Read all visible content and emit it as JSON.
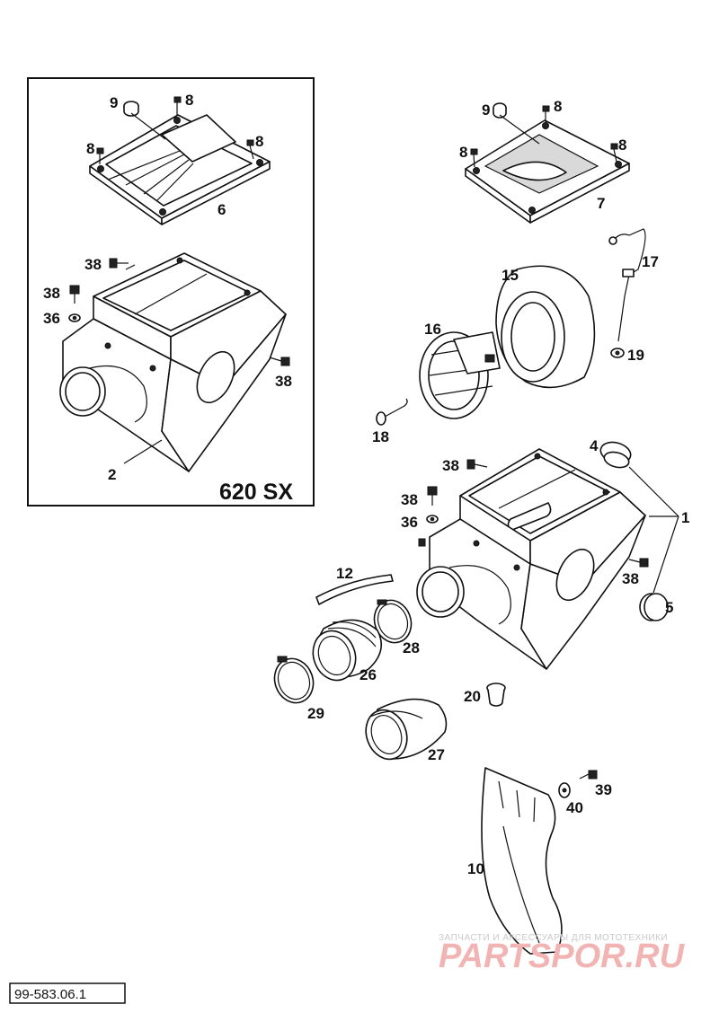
{
  "inset": {
    "model_label": "620 SX"
  },
  "parts": [
    {
      "id": "9a",
      "label": "9"
    },
    {
      "id": "8a",
      "label": "8"
    },
    {
      "id": "8b",
      "label": "8"
    },
    {
      "id": "8c",
      "label": "8"
    },
    {
      "id": "6",
      "label": "6"
    },
    {
      "id": "38a",
      "label": "38"
    },
    {
      "id": "38b",
      "label": "38"
    },
    {
      "id": "36a",
      "label": "36"
    },
    {
      "id": "38c",
      "label": "38"
    },
    {
      "id": "2",
      "label": "2"
    },
    {
      "id": "9b",
      "label": "9"
    },
    {
      "id": "8d",
      "label": "8"
    },
    {
      "id": "8e",
      "label": "8"
    },
    {
      "id": "8f",
      "label": "8"
    },
    {
      "id": "7",
      "label": "7"
    },
    {
      "id": "17",
      "label": "17"
    },
    {
      "id": "15",
      "label": "15"
    },
    {
      "id": "16",
      "label": "16"
    },
    {
      "id": "19",
      "label": "19"
    },
    {
      "id": "18",
      "label": "18"
    },
    {
      "id": "4",
      "label": "4"
    },
    {
      "id": "38d",
      "label": "38"
    },
    {
      "id": "38e",
      "label": "38"
    },
    {
      "id": "36b",
      "label": "36"
    },
    {
      "id": "1",
      "label": "1"
    },
    {
      "id": "12",
      "label": "12"
    },
    {
      "id": "38f",
      "label": "38"
    },
    {
      "id": "5",
      "label": "5"
    },
    {
      "id": "28",
      "label": "28"
    },
    {
      "id": "26",
      "label": "26"
    },
    {
      "id": "29",
      "label": "29"
    },
    {
      "id": "20",
      "label": "20"
    },
    {
      "id": "27",
      "label": "27"
    },
    {
      "id": "39",
      "label": "39"
    },
    {
      "id": "40",
      "label": "40"
    },
    {
      "id": "10",
      "label": "10"
    }
  ],
  "watermark": {
    "tagline": "ЗАПЧАСТИ И АКСЕССУАРЫ ДЛЯ МОТОТЕХНИКИ",
    "brand": "PARTSPOR.RU"
  },
  "footer": {
    "diagram_code": "99-583.06.1"
  }
}
